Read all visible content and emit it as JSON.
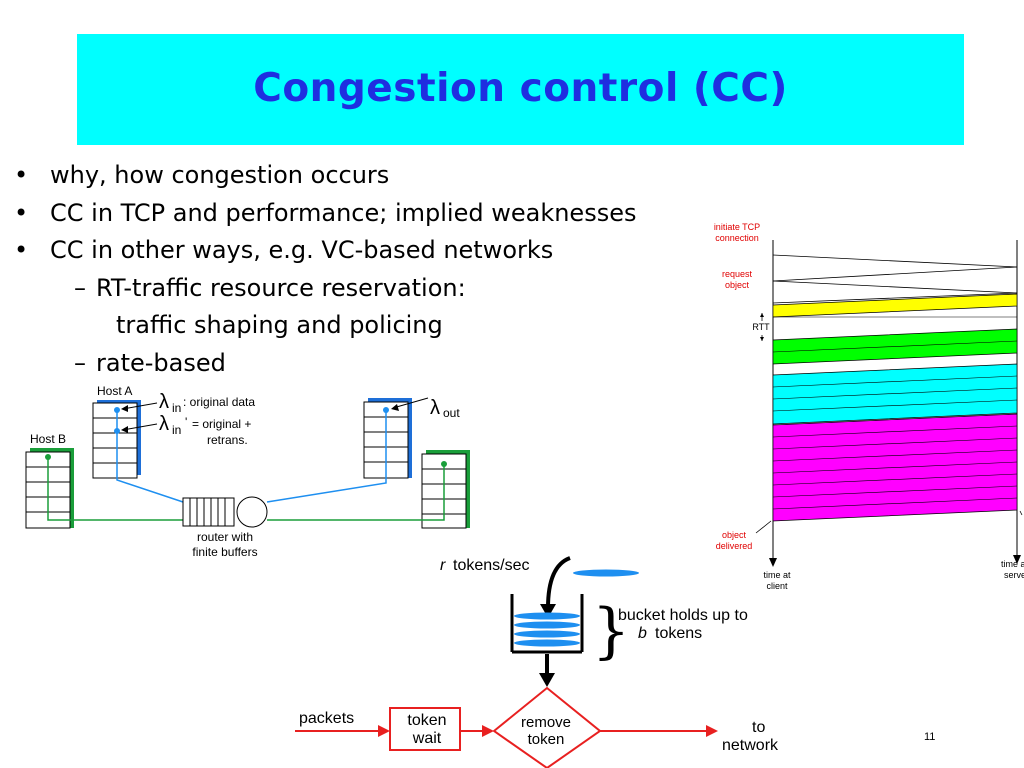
{
  "slide": {
    "title": "Congestion control (CC)",
    "page_number": "11"
  },
  "bullets": [
    {
      "marker": "•",
      "text": "why, how congestion occurs"
    },
    {
      "marker": "•",
      "text": "CC in TCP and performance; implied weaknesses"
    },
    {
      "marker": "•",
      "text": "CC in other ways, e.g. VC-based networks"
    },
    {
      "marker": "–",
      "text": "RT-traffic resource reservation:"
    },
    {
      "marker": "",
      "text": "traffic shaping and policing"
    },
    {
      "marker": "–",
      "text": "rate-based"
    }
  ],
  "network_figure": {
    "host_a": "Host A",
    "host_b": "Host B",
    "lambda": "λ",
    "sub_in": "in",
    "sub_out": "out",
    "label_original": ": original data",
    "label_prime": "'",
    "label_retrans_1": "= original +",
    "label_retrans_2": "retrans.",
    "router_1": "router with",
    "router_2": "finite buffers"
  },
  "timing_figure": {
    "initiate_1": "initiate TCP",
    "initiate_2": "connection",
    "request_1": "request",
    "request_2": "object",
    "rtt": "RTT",
    "delivered_1": "object",
    "delivered_2": "delivered",
    "client_1": "time at",
    "client_2": "client",
    "server_1": "time at",
    "server_2": "server",
    "band_colors": {
      "yellow": "#ffff00",
      "green": "#00ff00",
      "cyan": "#00ffff",
      "magenta": "#ff00ff"
    }
  },
  "token_bucket": {
    "r": "r",
    "rate": "tokens/sec",
    "holds_1": "bucket holds up to",
    "b": "b",
    "holds_2": "tokens",
    "packets": "packets",
    "wait_1": "token",
    "wait_2": "wait",
    "remove_1": "remove",
    "remove_2": "token",
    "to_1": "to",
    "to_2": "network",
    "token_color": "#1e8ff0",
    "flow_color": "#e82020"
  }
}
